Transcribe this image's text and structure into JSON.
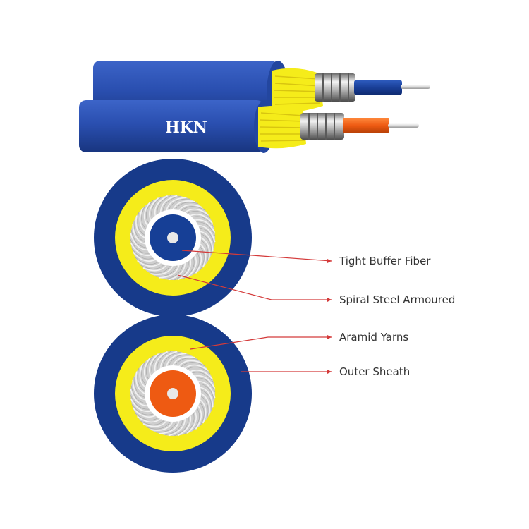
{
  "brand": {
    "logo_text": "HKN"
  },
  "colors": {
    "sheath": "#2a4fb0",
    "sheath_dark": "#1d3e9a",
    "cross_sheath": "#173a8a",
    "yarn": "#f5ec1a",
    "armor": "#c9c9c9",
    "armor_dark": "#8f8f8f",
    "tight_buffer_blue": "#163f96",
    "tight_buffer_orange": "#ee5a12",
    "fiber": "#e8e8e8",
    "leader": "#d43a3a"
  },
  "callouts": [
    {
      "id": "tight-buffer",
      "label": "Tight Buffer Fiber"
    },
    {
      "id": "spiral-steel",
      "label": "Spiral Steel Armoured"
    },
    {
      "id": "aramid-yarns",
      "label": "Aramid Yarns"
    },
    {
      "id": "outer-sheath",
      "label": "Outer Sheath"
    }
  ]
}
